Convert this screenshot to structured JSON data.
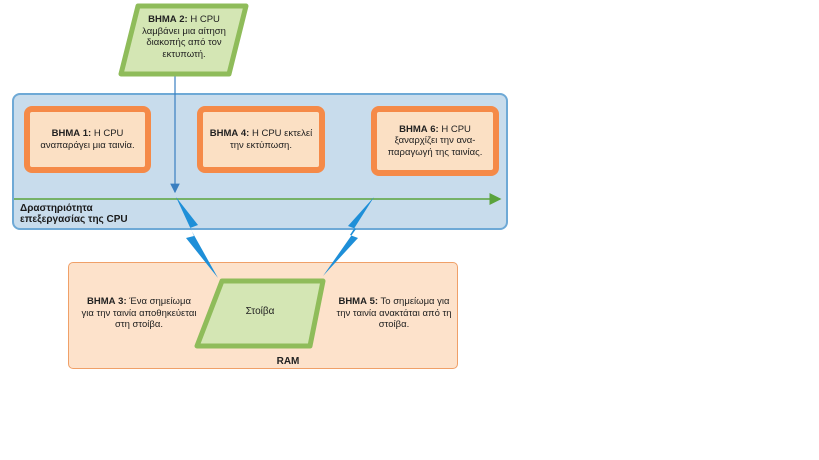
{
  "step2": {
    "label": "ΒΗΜΑ 2:",
    "text": " Η CPU λαμβάνει μια αίτηση διακοπής από τον εκτυπωτή."
  },
  "cpu_activity": {
    "label": "Δραστηριότητα επεξεργασίας της CPU"
  },
  "step1": {
    "label": "ΒΗΜΑ 1:",
    "text": " Η CPU αναπαράγει μια ταινία."
  },
  "step4": {
    "label": "ΒΗΜΑ 4:",
    "text": " Η CPU εκτελεί την εκτύπωση."
  },
  "step6": {
    "label": "ΒΗΜΑ 6:",
    "text": " Η CPU ξαναρχίζει την ανα-παραγωγή της ταινίας."
  },
  "step3": {
    "label": "ΒΗΜΑ 3:",
    "text": " Ένα σημείωμα για την ταινία αποθηκεύεται στη στοίβα."
  },
  "step5": {
    "label": "ΒΗΜΑ 5:",
    "text": " Το σημείωμα για την ταινία ανακτάται από τη στοίβα."
  },
  "stack": {
    "label": "Στοίβα"
  },
  "ram": {
    "label": "RAM"
  },
  "colors": {
    "cpu_band": "#c8dcec",
    "step_border": "#f58a48",
    "green": "#9cc46a",
    "lightning": "#1e8fd8",
    "ram_panel": "#fde2cb"
  },
  "icons": [
    "lightning-bolt-icon",
    "arrow-icon"
  ]
}
